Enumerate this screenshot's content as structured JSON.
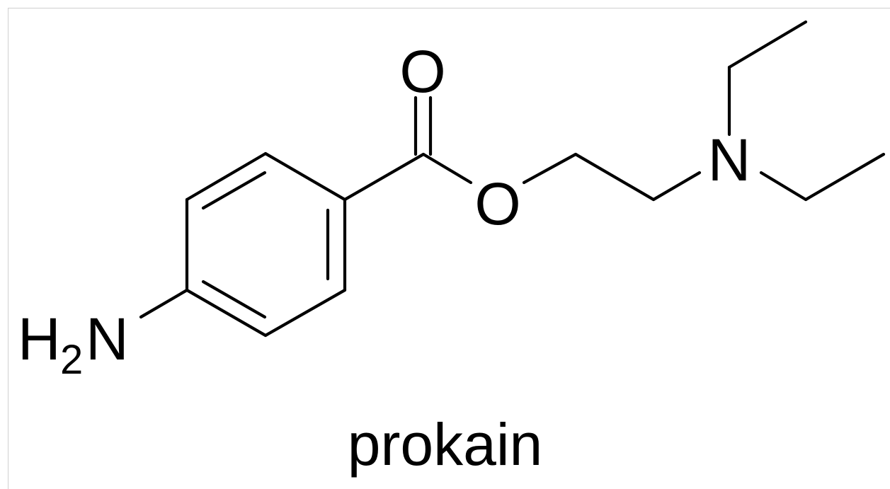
{
  "caption": "prokain",
  "atoms": {
    "carbonyl_oxygen": "O",
    "ester_oxygen": "O",
    "amine_nitrogen": "N",
    "aniline_group_h": "H",
    "aniline_group_subscript": "2",
    "aniline_group_n": "N"
  },
  "colors": {
    "bond": "#000000",
    "text": "#000000",
    "background": "#ffffff",
    "frame": "#cfcfcf"
  }
}
